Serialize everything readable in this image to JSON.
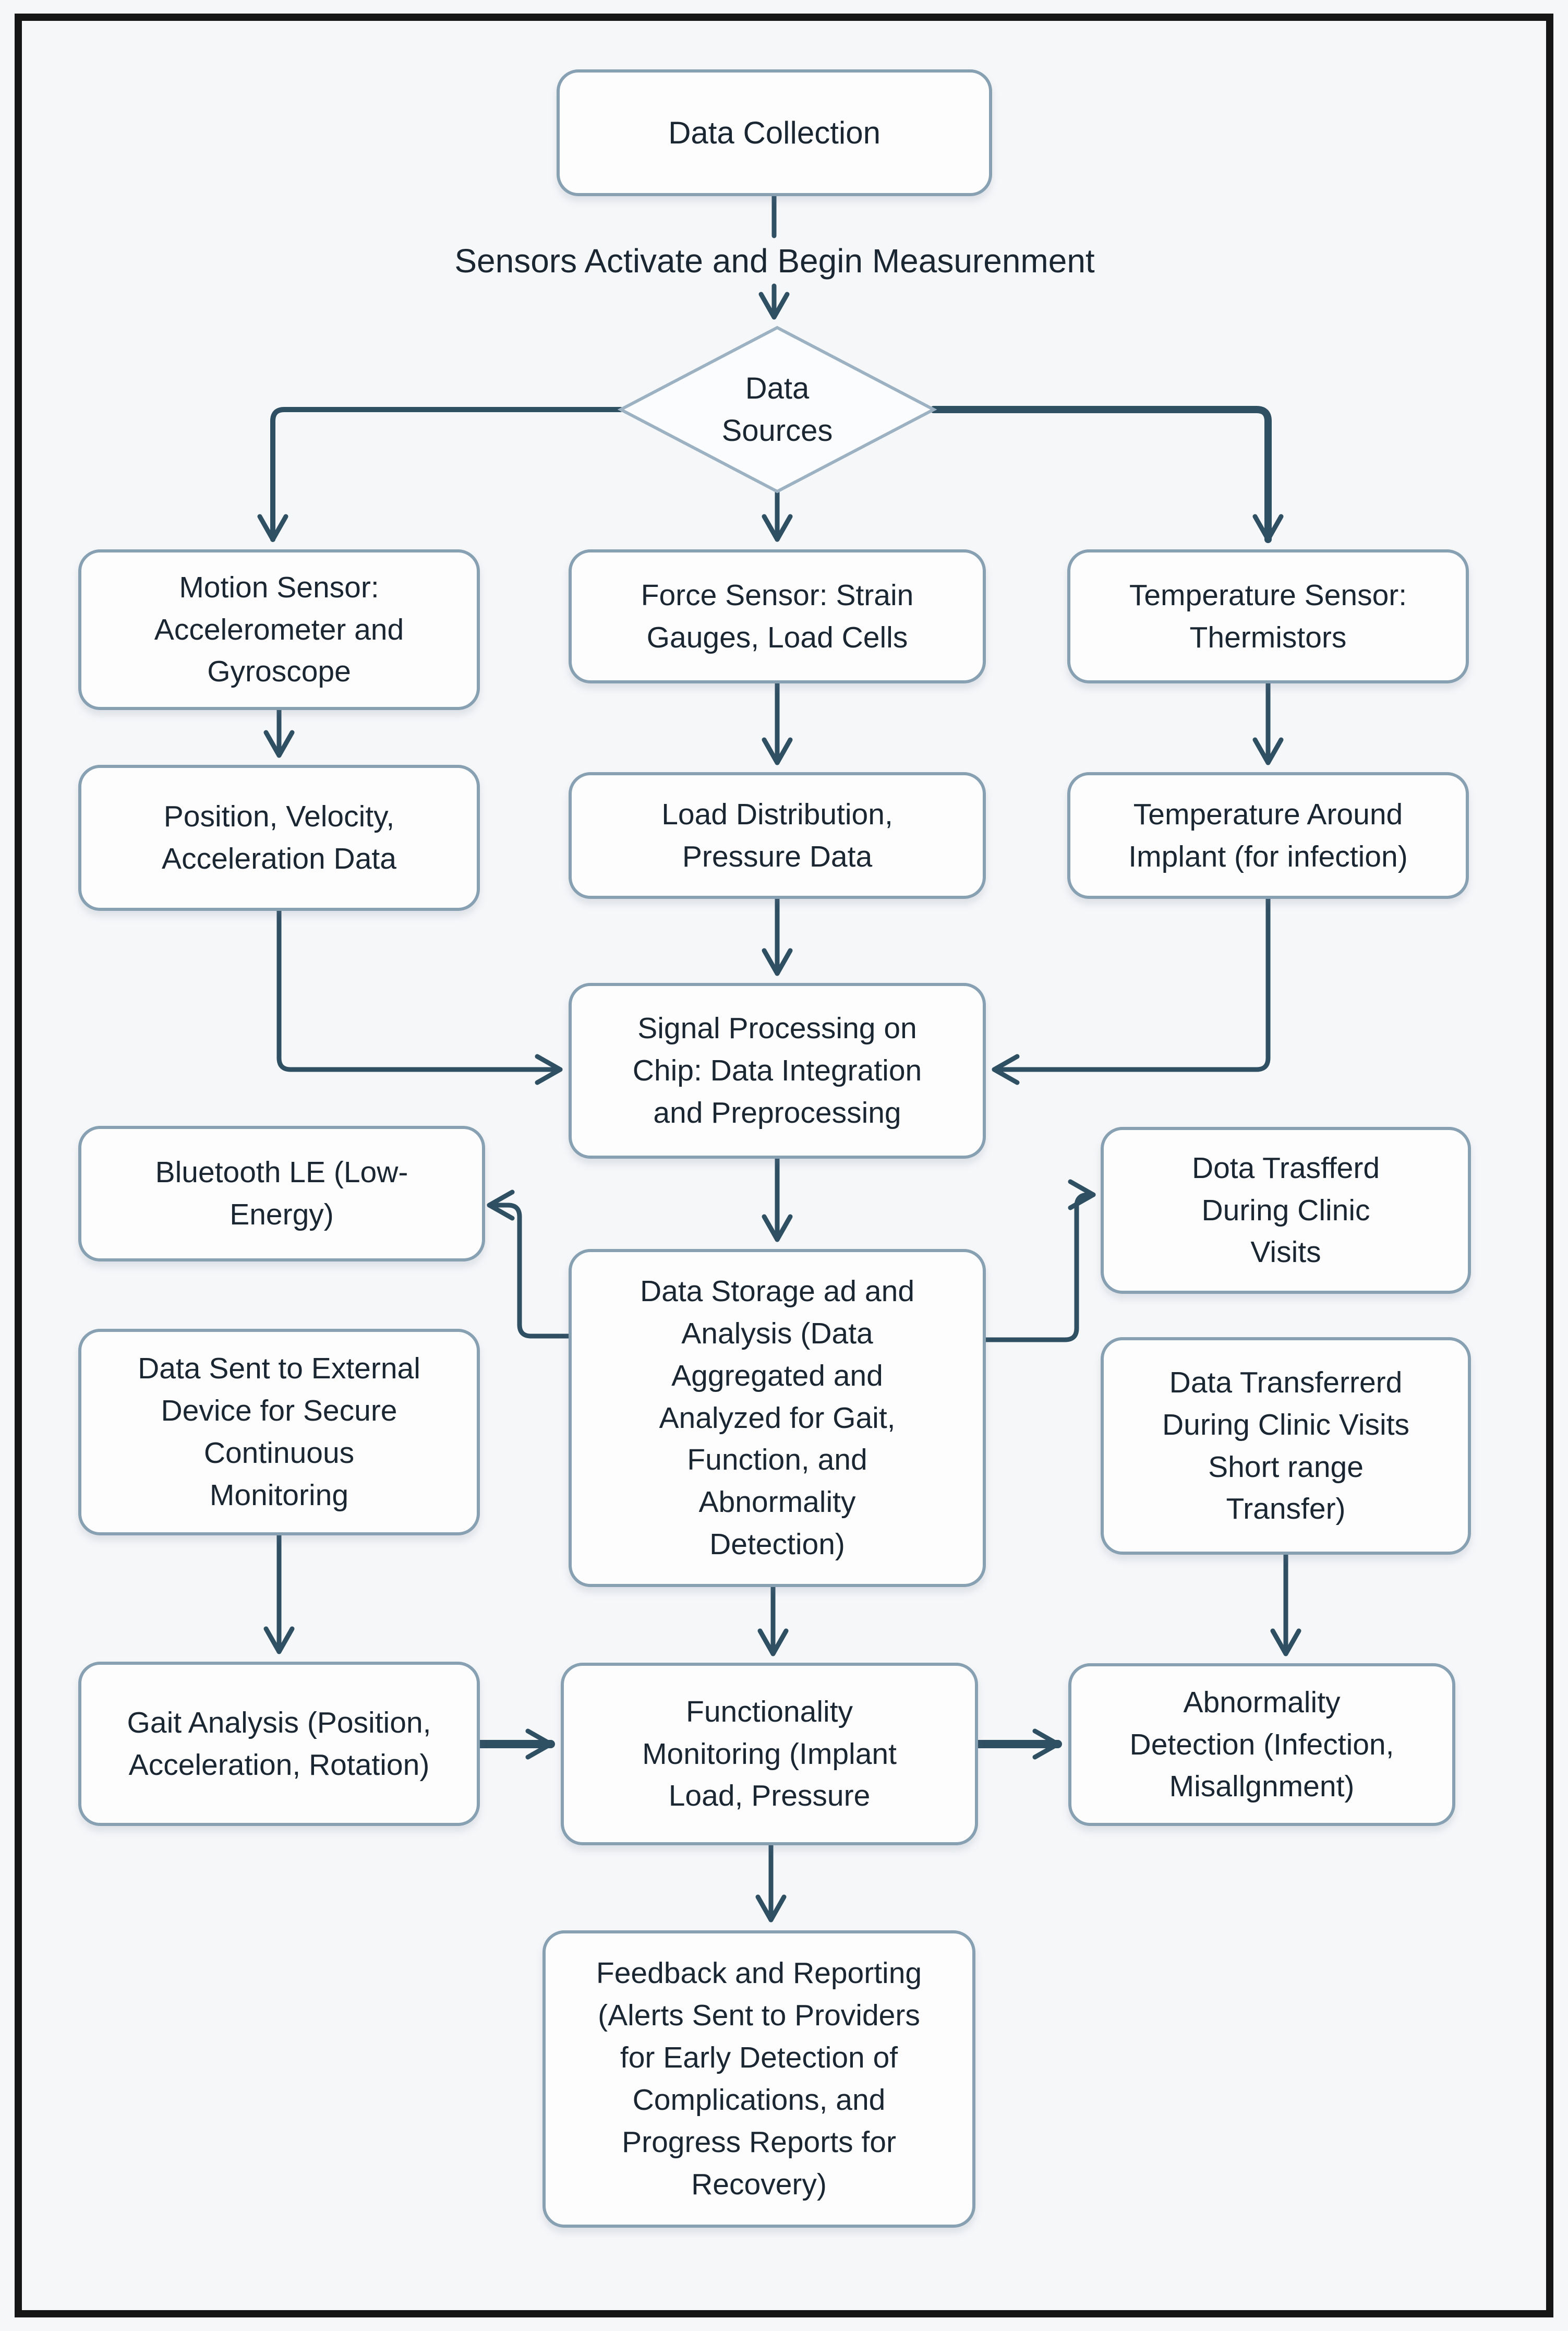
{
  "diagram": {
    "title": "Implant Sensor Data Collection Flowchart",
    "colors": {
      "background": "#f6f7f9",
      "frame": "#161616",
      "box_fill": "#fdfdfe",
      "box_border": "#87a0b2",
      "diamond_border": "#9cb2c2",
      "connector": "#2f4f63",
      "text": "#1a2631"
    },
    "nodes": {
      "data_collection": {
        "label": "Data Collection"
      },
      "sensors_activate": {
        "label": "Sensors Activate and Begin Measurenment"
      },
      "data_sources": {
        "label": "Data\nSources"
      },
      "motion_sensor": {
        "label": "Motion Sensor:\nAccelerometer and\nGyroscope"
      },
      "force_sensor": {
        "label": "Force Sensor: Strain\nGauges, Load Cells"
      },
      "temperature_sensor": {
        "label": "Temperature Sensor:\nThermistors"
      },
      "position_data": {
        "label": "Position, Velocity,\nAcceleration Data"
      },
      "load_data": {
        "label": "Load Distribution,\nPressure Data"
      },
      "temperature_around": {
        "label": "Temperature Around\nImplant (for infection)"
      },
      "signal_processing": {
        "label": "Signal Processing on\nChip: Data Integration\nand Preprocessing"
      },
      "bluetooth": {
        "label": "Bluetooth LE (Low-\nEnergy)"
      },
      "data_transferred_clinic": {
        "label": "Dota Trasfferd\nDuring Clinic\nVisits"
      },
      "data_storage": {
        "label": "Data Storage ad and\nAnalysis (Data\nAggregated and\nAnalyzed for Gait,\nFunction, and\nAbnormality\nDetection)"
      },
      "data_sent_external": {
        "label": "Data Sent to External\nDevice for Secure\nContinuous\nMonitoring"
      },
      "data_transferred_short": {
        "label": "Data Transferrerd\nDuring Clinic Visits\nShort range\nTransfer)"
      },
      "gait_analysis": {
        "label": "Gait Analysis (Position,\nAcceleration, Rotation)"
      },
      "functionality_monitoring": {
        "label": "Functionality\nMonitoring (Implant\nLoad, Pressure"
      },
      "abnormality_detection": {
        "label": "Abnormality\nDetection (Infection,\nMisallgnment)"
      },
      "feedback_reporting": {
        "label": "Feedback and Reporting\n(Alerts Sent to Providers\nfor Early Detection of\nComplications, and\nProgress Reports for\nRecovery)"
      }
    },
    "edges": [
      {
        "from": "data_collection",
        "to": "sensors_activate"
      },
      {
        "from": "sensors_activate",
        "to": "data_sources"
      },
      {
        "from": "data_sources",
        "to": "motion_sensor"
      },
      {
        "from": "data_sources",
        "to": "force_sensor"
      },
      {
        "from": "data_sources",
        "to": "temperature_sensor"
      },
      {
        "from": "motion_sensor",
        "to": "position_data"
      },
      {
        "from": "force_sensor",
        "to": "load_data"
      },
      {
        "from": "temperature_sensor",
        "to": "temperature_around"
      },
      {
        "from": "position_data",
        "to": "signal_processing"
      },
      {
        "from": "load_data",
        "to": "signal_processing"
      },
      {
        "from": "temperature_around",
        "to": "signal_processing"
      },
      {
        "from": "signal_processing",
        "to": "data_storage"
      },
      {
        "from": "data_storage",
        "to": "bluetooth"
      },
      {
        "from": "data_storage",
        "to": "data_transferred_clinic"
      },
      {
        "from": "data_storage",
        "to": "functionality_monitoring"
      },
      {
        "from": "data_sent_external",
        "to": "gait_analysis"
      },
      {
        "from": "data_transferred_short",
        "to": "abnormality_detection"
      },
      {
        "from": "gait_analysis",
        "to": "functionality_monitoring"
      },
      {
        "from": "functionality_monitoring",
        "to": "abnormality_detection"
      },
      {
        "from": "functionality_monitoring",
        "to": "feedback_reporting"
      }
    ]
  }
}
